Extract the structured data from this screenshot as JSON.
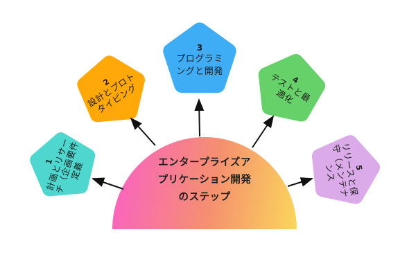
{
  "title": "エンタープライズア\nプリケーション開発\nのステップ",
  "steps": [
    {
      "number": "1",
      "label": "計画とリサー\nチ（企画要件\n定義",
      "color": "#4ed7cf"
    },
    {
      "number": "2",
      "label": "設計とプロト\nタイピング",
      "color": "#ffa808"
    },
    {
      "number": "3",
      "label": "プログラミ\nングと開発",
      "color": "#3fadf6"
    },
    {
      "number": "4",
      "label": "テストと最\n適化",
      "color": "#66d168"
    },
    {
      "number": "5",
      "label": "リリースと保\n守（メンテナ\nンス",
      "color": "#dbaae9"
    }
  ],
  "dome_colors": {
    "gradient_start": "#fa5fc7",
    "gradient_mid": "#f5906f",
    "gradient_end": "#fbd65b"
  },
  "arrow_color": "#111111",
  "text_color": "#1d1d1d"
}
